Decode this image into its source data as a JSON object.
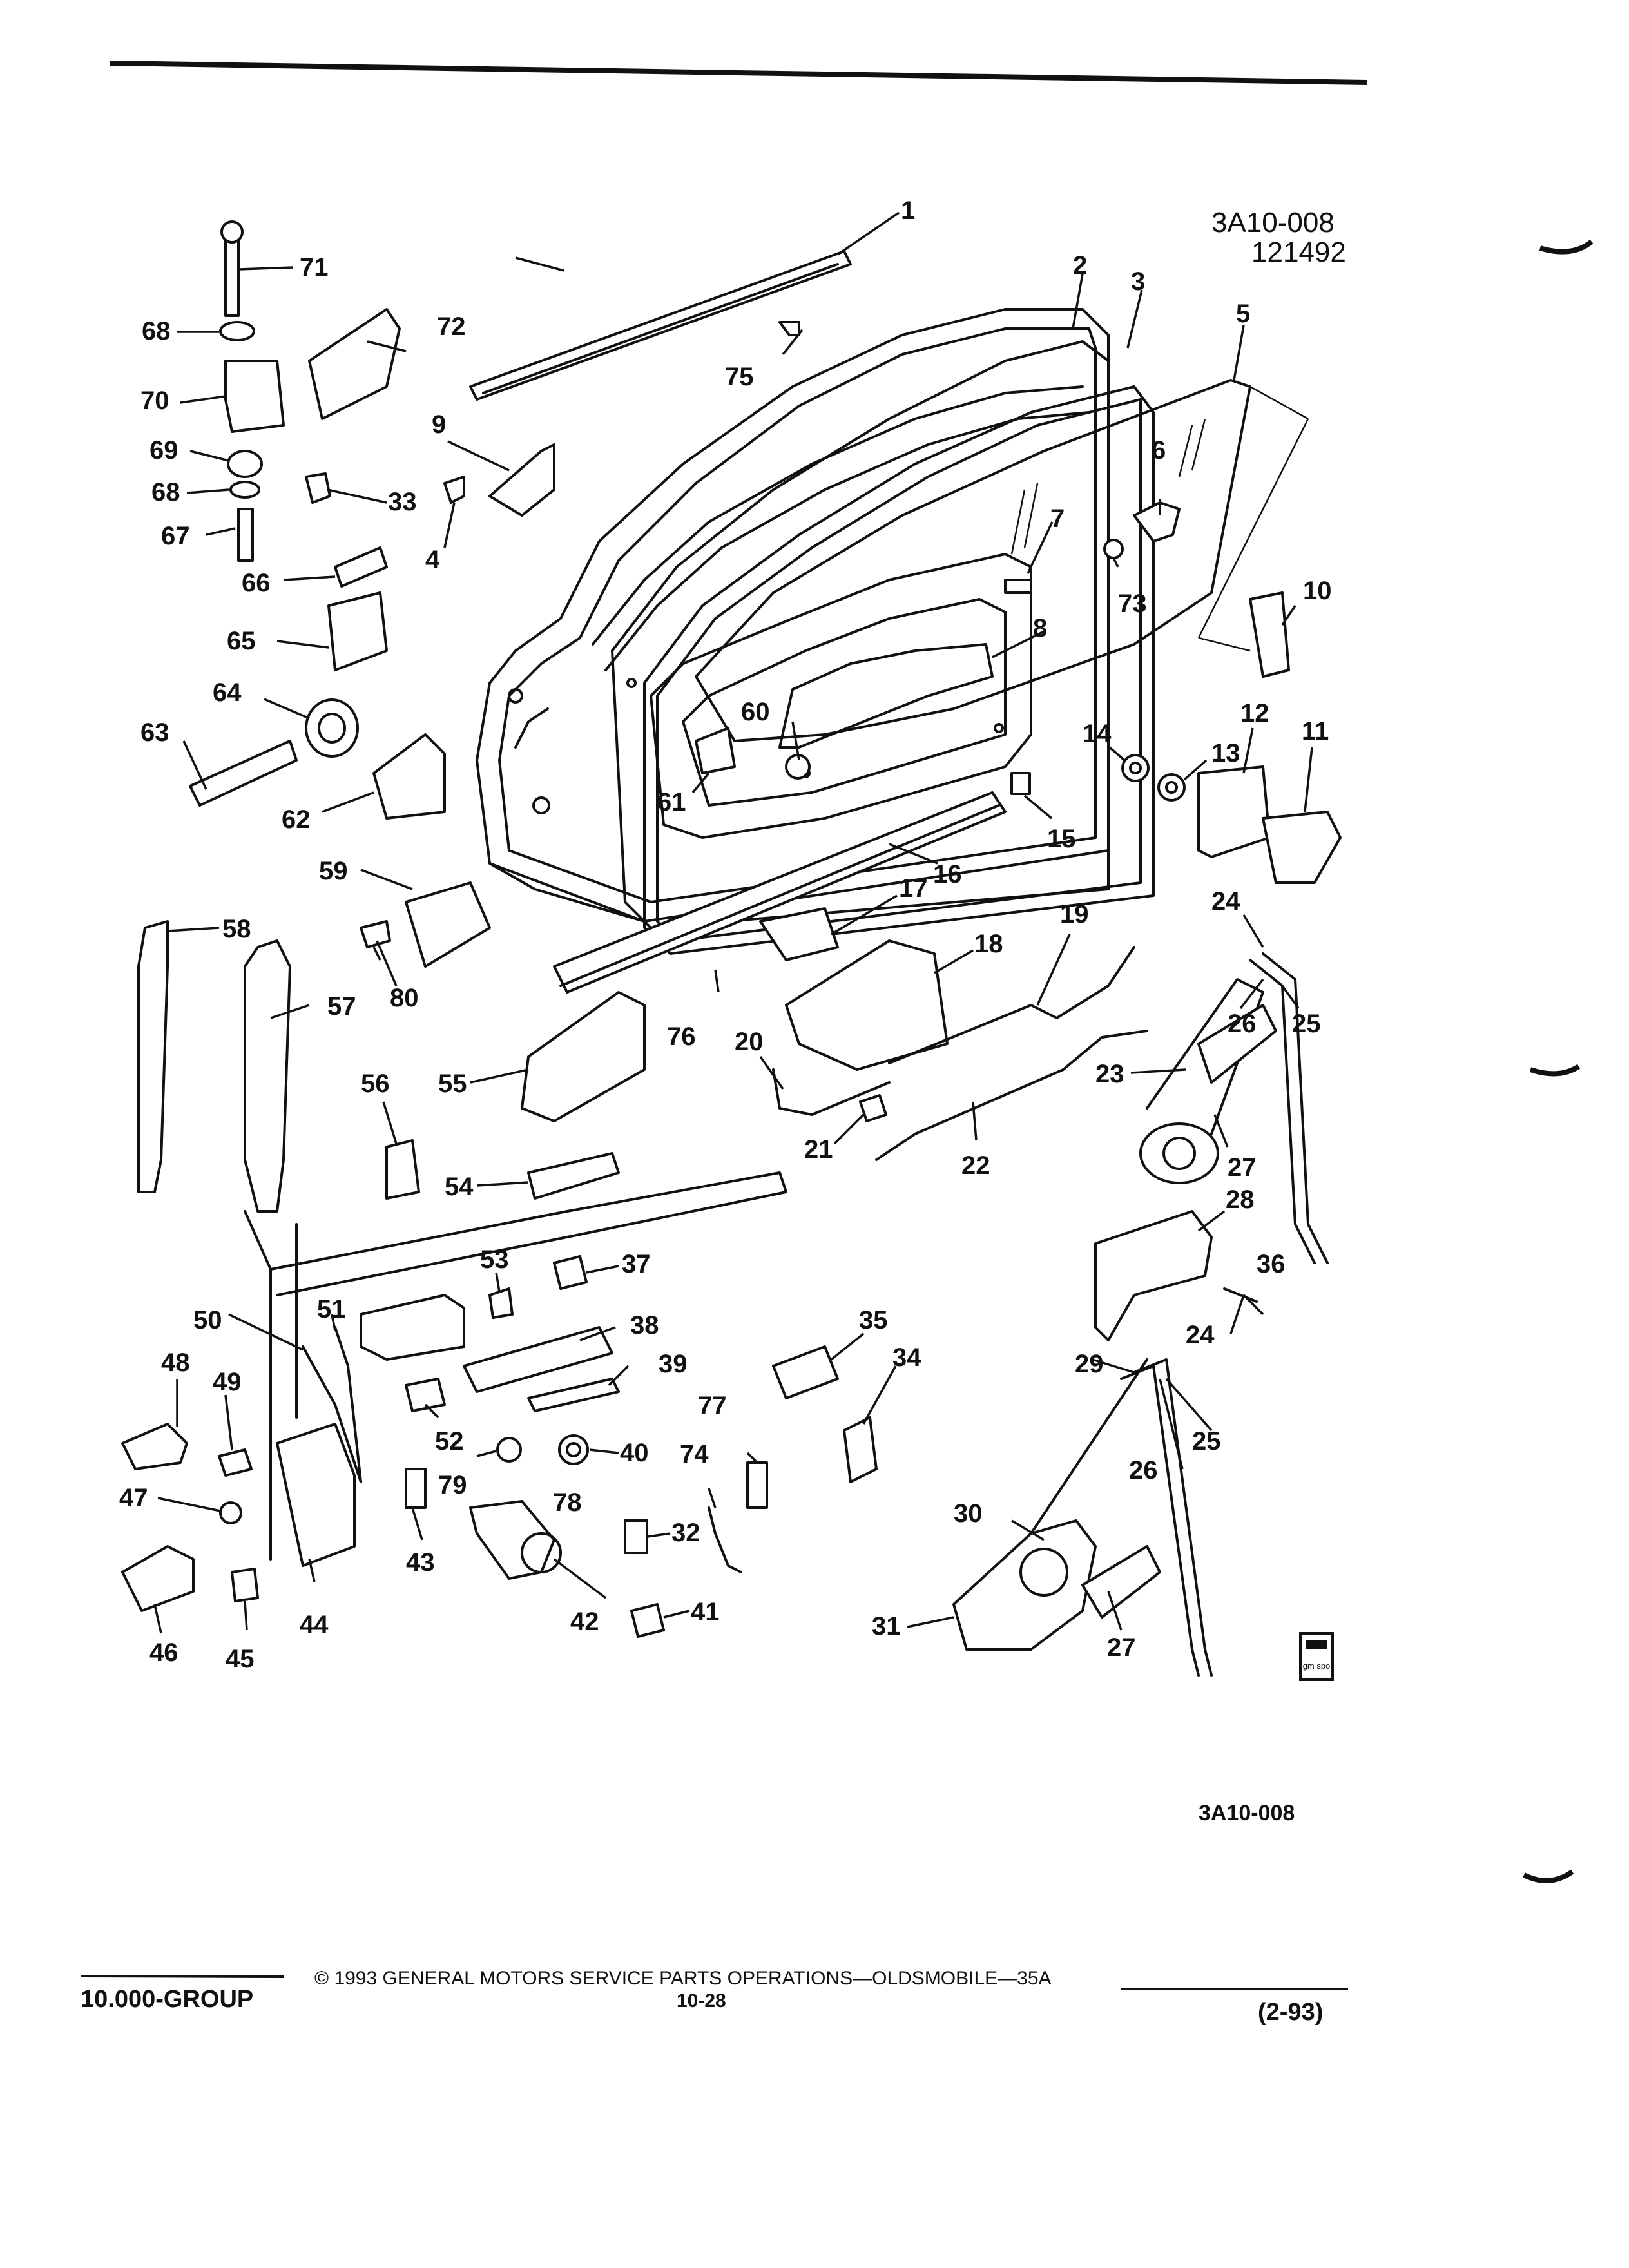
{
  "diagram_code": "3A10-008",
  "diagram_number": "121492",
  "bottom_code": "3A10-008",
  "logo_text": "gm spo",
  "footer": {
    "group": "10.000-GROUP",
    "copyright": "© 1993 GENERAL MOTORS SERVICE PARTS OPERATIONS—OLDSMOBILE—35A",
    "page": "10-28",
    "date": "(2-93)"
  },
  "callouts": [
    "1",
    "2",
    "3",
    "4",
    "5",
    "6",
    "7",
    "8",
    "9",
    "10",
    "11",
    "12",
    "13",
    "14",
    "15",
    "16",
    "17",
    "18",
    "19",
    "20",
    "21",
    "22",
    "23",
    "24",
    "24",
    "25",
    "25",
    "26",
    "26",
    "27",
    "27",
    "28",
    "29",
    "30",
    "31",
    "32",
    "33",
    "34",
    "35",
    "36",
    "37",
    "38",
    "39",
    "40",
    "41",
    "42",
    "43",
    "44",
    "45",
    "46",
    "47",
    "48",
    "49",
    "50",
    "51",
    "52",
    "53",
    "54",
    "55",
    "56",
    "57",
    "58",
    "59",
    "60",
    "61",
    "62",
    "63",
    "64",
    "65",
    "66",
    "67",
    "68",
    "68",
    "69",
    "70",
    "71",
    "72",
    "73",
    "74",
    "75",
    "76",
    "77",
    "78",
    "79",
    "80"
  ]
}
